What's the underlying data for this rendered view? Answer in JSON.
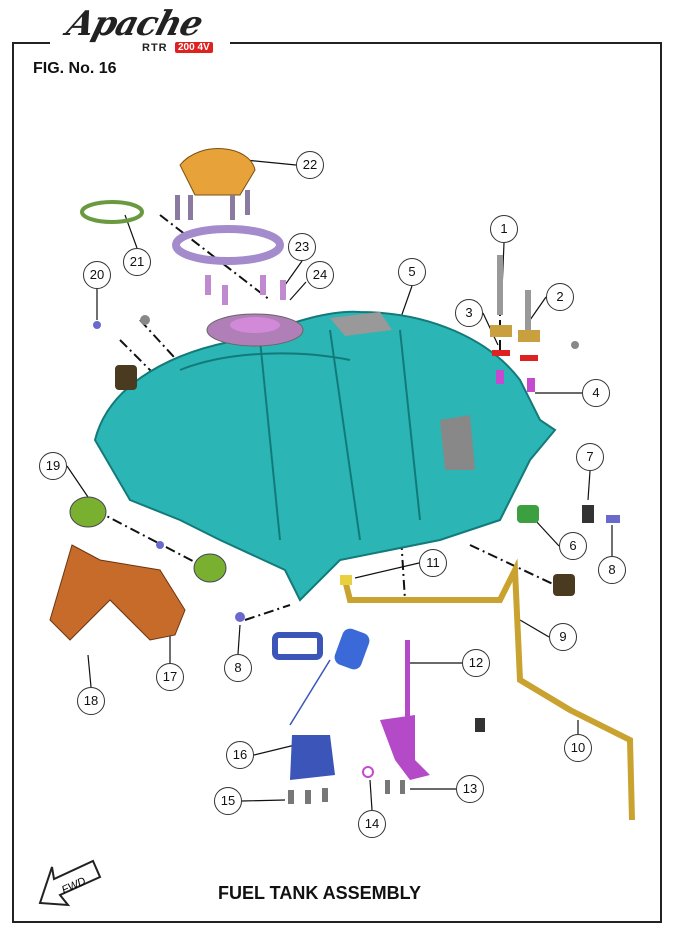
{
  "logo": {
    "script": "Apache",
    "model": "RTR",
    "variant": "200 4V"
  },
  "figure_label": "FIG. No. 16",
  "title": "FUEL TANK ASSEMBLY",
  "fwd_label": "FWD",
  "callouts": [
    "22",
    "21",
    "23",
    "24",
    "20",
    "5",
    "1",
    "2",
    "3",
    "4",
    "7",
    "19",
    "6",
    "8",
    "11",
    "9",
    "12",
    "8",
    "17",
    "18",
    "16",
    "10",
    "13",
    "15",
    "14"
  ],
  "colors": {
    "tank": "#2bb5b5",
    "cap": "#e8a23a",
    "hose": "#c9a230",
    "pump": "#3b55b8",
    "sender": "#b54ac8",
    "bracket": "#c66b2a"
  }
}
